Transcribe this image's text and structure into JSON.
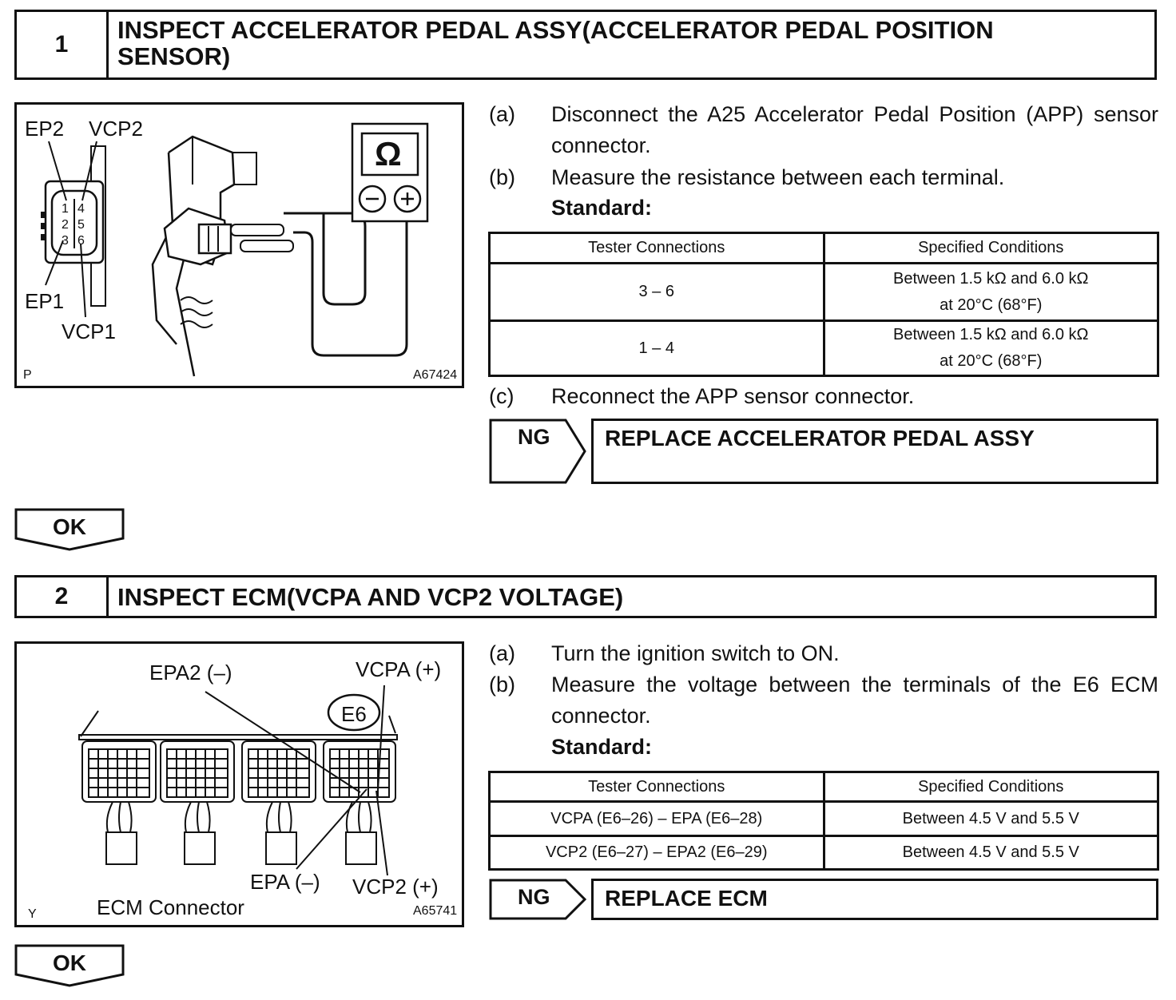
{
  "step1": {
    "number": "1",
    "title_line1": "INSPECT ACCELERATOR PEDAL ASSY(ACCELERATOR PEDAL POSITION",
    "title_line2": "SENSOR)",
    "figure": {
      "labels": {
        "ep2": "EP2",
        "vcp2": "VCP2",
        "ep1": "EP1",
        "vcp1": "VCP1",
        "pin1": "1",
        "pin2": "2",
        "pin3": "3",
        "pin4": "4",
        "pin5": "5",
        "pin6": "6",
        "ohm": "Ω",
        "corner": "P",
        "code": "A67424"
      }
    },
    "steps": [
      {
        "letter": "(a)",
        "text": "Disconnect the A25 Accelerator Pedal Position (APP) sensor connector."
      },
      {
        "letter": "(b)",
        "text": "Measure the resistance between each terminal."
      },
      {
        "letter": "(c)",
        "text": "Reconnect the APP sensor connector."
      }
    ],
    "standard_label": "Standard:",
    "table": {
      "headers": [
        "Tester Connections",
        "Specified Conditions"
      ],
      "rows": [
        {
          "connection": "3 – 6",
          "cond_line1": "Between 1.5 kΩ and 6.0 kΩ",
          "cond_line2": "at 20°C (68°F)"
        },
        {
          "connection": "1 – 4",
          "cond_line1": "Between 1.5 kΩ and 6.0 kΩ",
          "cond_line2": "at 20°C (68°F)"
        }
      ]
    },
    "ng": {
      "label": "NG",
      "action": "REPLACE ACCELERATOR PEDAL ASSY"
    },
    "ok": "OK"
  },
  "step2": {
    "number": "2",
    "title": "INSPECT ECM(VCPA AND VCP2 VOLTAGE)",
    "figure": {
      "labels": {
        "epa2": "EPA2 (–)",
        "vcpa": "VCPA (+)",
        "e6": "E6",
        "epa": "EPA (–)",
        "vcp2": "VCP2 (+)",
        "connector": "ECM Connector",
        "corner": "Y",
        "code": "A65741"
      }
    },
    "steps": [
      {
        "letter": "(a)",
        "text": "Turn the ignition switch to ON."
      },
      {
        "letter": "(b)",
        "text": "Measure the voltage between the terminals of the E6 ECM connector."
      }
    ],
    "standard_label": "Standard:",
    "table": {
      "headers": [
        "Tester Connections",
        "Specified Conditions"
      ],
      "rows": [
        {
          "connection": "VCPA (E6–26) – EPA (E6–28)",
          "condition": "Between 4.5 V and 5.5 V"
        },
        {
          "connection": "VCP2 (E6–27) – EPA2 (E6–29)",
          "condition": "Between 4.5 V and 5.5 V"
        }
      ]
    },
    "ng": {
      "label": "NG",
      "action": "REPLACE ECM"
    },
    "ok": "OK"
  }
}
